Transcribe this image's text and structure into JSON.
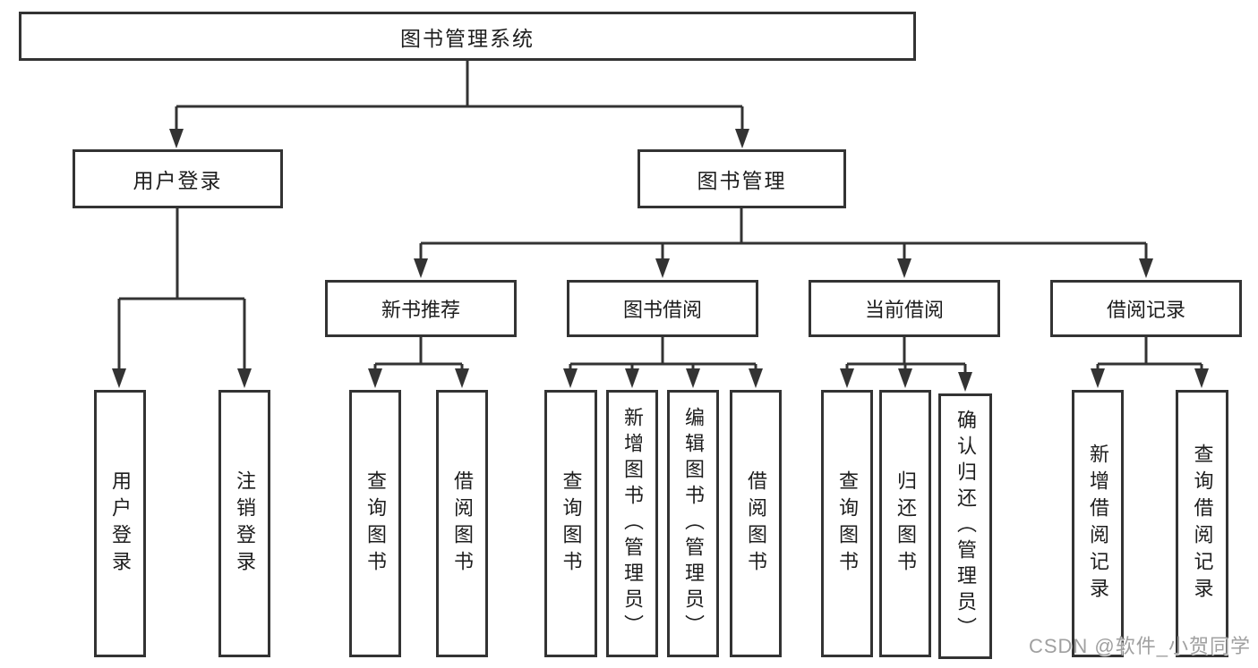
{
  "tree": {
    "root": {
      "label": "图书管理系统"
    },
    "branches": [
      {
        "label": "用户登录",
        "children": [
          {
            "label": "用户登录"
          },
          {
            "label": "注销登录"
          }
        ]
      },
      {
        "label": "图书管理",
        "children": [
          {
            "label": "新书推荐",
            "children": [
              {
                "label": "查询图书"
              },
              {
                "label": "借阅图书"
              }
            ]
          },
          {
            "label": "图书借阅",
            "children": [
              {
                "label": "查询图书"
              },
              {
                "label": "新增图书（管理员）"
              },
              {
                "label": "编辑图书（管理员）"
              },
              {
                "label": "借阅图书"
              }
            ]
          },
          {
            "label": "当前借阅",
            "children": [
              {
                "label": "查询图书"
              },
              {
                "label": "归还图书"
              },
              {
                "label": "确认归还（管理员）"
              }
            ]
          },
          {
            "label": "借阅记录",
            "children": [
              {
                "label": "新增借阅记录"
              },
              {
                "label": "查询借阅记录"
              }
            ]
          }
        ]
      }
    ]
  },
  "colors": {
    "line": "#333333",
    "text": "#1d1d1d",
    "watermark": "#a0a0a0",
    "background": "#ffffff"
  },
  "watermark": {
    "text": "CSDN @软件_小贺同学"
  }
}
